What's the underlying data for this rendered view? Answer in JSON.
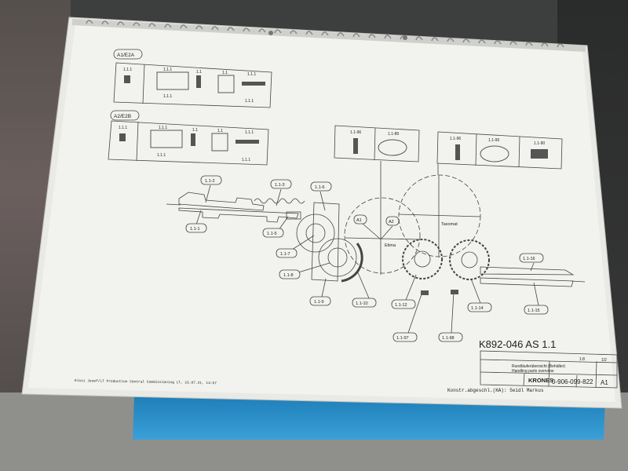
{
  "sections": {
    "a1": "A1/E2A",
    "a2": "A2/E2B"
  },
  "box_a1": [
    "1.1.1",
    "1.1.1",
    "1.1.1",
    "1.1",
    "1.1",
    "1.1.1",
    "1.1.1"
  ],
  "box_a2": [
    "1.1.1",
    "1.1.1",
    "1.1.1",
    "1.1",
    "1.1",
    "1.1.1",
    "1.1.1"
  ],
  "format_parts_left": [
    "1.1-96",
    "1.1-89"
  ],
  "format_parts_right": [
    "1.1-96",
    "1.1-99",
    "1.1-90"
  ],
  "callouts": {
    "c1": "1.1-1",
    "c2": "1.1-2",
    "c3": "1.1-3",
    "c5": "1.1-5",
    "c6": "1.1-6",
    "c7": "1.1-7",
    "c8": "1.1-8",
    "c9": "1.1-9",
    "c10": "1.1-10",
    "c12": "1.1-12",
    "c14": "1.1-14",
    "c15": "1.1-15",
    "c16": "1.1-16",
    "c97": "1.1-97",
    "c98": "1.1-98",
    "a1": "A1",
    "a2": "A2"
  },
  "machines": {
    "etima": "Etima",
    "taxomat": "Taxomat"
  },
  "drawing_number": "K892-046 AS 1.1",
  "title_block": {
    "title_de": "Rundläuferübersicht (Behälter)",
    "title_en": "Handling parts overview",
    "scale": "1:8",
    "sheet": "1/2",
    "company": "KRONES",
    "doc_number": "0-906-099-822",
    "format": "A1"
  },
  "footer_left": "Kissi Josef/LT Production Central Commissioning LT, 15.07.21, 14:57",
  "footer_right": "Konstr.abgeschl.(KA): Seidl Markus"
}
